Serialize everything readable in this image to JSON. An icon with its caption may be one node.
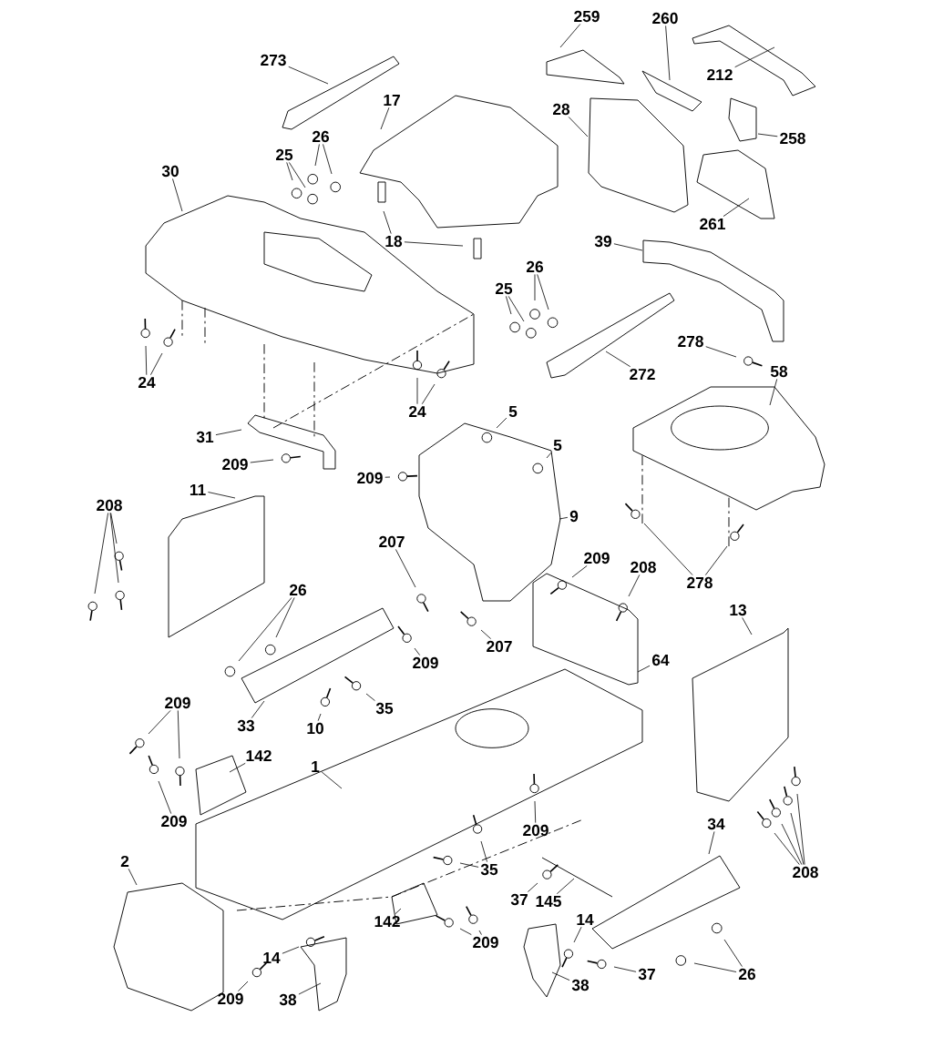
{
  "diagram": {
    "nodes": [
      {
        "text": [
          "273"
        ]
      },
      {
        "text": [
          "259"
        ]
      },
      {
        "text": [
          "260"
        ]
      },
      {
        "text": [
          "212"
        ]
      },
      {
        "text": [
          "17"
        ]
      },
      {
        "text": [
          "28"
        ]
      },
      {
        "text": [
          "258"
        ]
      },
      {
        "text": [
          "26"
        ]
      },
      {
        "text": [
          "25"
        ]
      },
      {
        "text": [
          "30"
        ]
      },
      {
        "text": [
          "261"
        ]
      },
      {
        "text": [
          "18"
        ]
      },
      {
        "text": [
          "39"
        ]
      },
      {
        "text": [
          "26"
        ]
      },
      {
        "text": [
          "25"
        ]
      },
      {
        "text": [
          "278"
        ]
      },
      {
        "text": [
          "272"
        ]
      },
      {
        "text": [
          "24"
        ]
      },
      {
        "text": [
          "24"
        ]
      },
      {
        "text": [
          "58"
        ]
      },
      {
        "text": [
          "5"
        ]
      },
      {
        "text": [
          "31"
        ]
      },
      {
        "text": [
          "5"
        ]
      },
      {
        "text": [
          "209"
        ]
      },
      {
        "text": [
          "209"
        ]
      },
      {
        "text": [
          "208"
        ]
      },
      {
        "text": [
          "11"
        ]
      },
      {
        "text": [
          "9"
        ]
      },
      {
        "text": [
          "207"
        ]
      },
      {
        "text": [
          "209"
        ]
      },
      {
        "text": [
          "208"
        ]
      },
      {
        "text": [
          "278"
        ]
      },
      {
        "text": [
          "26"
        ]
      },
      {
        "text": [
          "13"
        ]
      },
      {
        "text": [
          "207"
        ]
      },
      {
        "text": [
          "209"
        ]
      },
      {
        "text": [
          "64"
        ]
      },
      {
        "text": [
          "35"
        ]
      },
      {
        "text": [
          "209"
        ]
      },
      {
        "text": [
          "33"
        ]
      },
      {
        "text": [
          "10"
        ]
      },
      {
        "text": [
          "142"
        ]
      },
      {
        "text": [
          "1"
        ]
      },
      {
        "text": [
          "209"
        ]
      },
      {
        "text": [
          "34"
        ]
      },
      {
        "text": [
          "209"
        ]
      },
      {
        "text": [
          "2"
        ]
      },
      {
        "text": [
          "208"
        ]
      },
      {
        "text": [
          "35"
        ]
      },
      {
        "text": [
          "37"
        ]
      },
      {
        "text": [
          "145"
        ]
      },
      {
        "text": [
          "142"
        ]
      },
      {
        "text": [
          "14"
        ]
      },
      {
        "text": [
          "209"
        ]
      },
      {
        "text": [
          "14"
        ]
      },
      {
        "text": [
          "26"
        ]
      },
      {
        "text": [
          "37"
        ]
      },
      {
        "text": [
          "209"
        ]
      },
      {
        "text": [
          "38"
        ]
      },
      {
        "text": [
          "38"
        ]
      }
    ],
    "edges": [
      {
        "from": 0,
        "to": null,
        "arrow": "none"
      },
      {
        "from": 1,
        "to": null,
        "arrow": "none"
      },
      {
        "from": 2,
        "to": null,
        "arrow": "none"
      },
      {
        "from": 3,
        "to": null,
        "arrow": "none"
      },
      {
        "from": 4,
        "to": null,
        "arrow": "none"
      },
      {
        "from": 5,
        "to": null,
        "arrow": "none"
      },
      {
        "from": 6,
        "to": null,
        "arrow": "none"
      },
      {
        "from": 7,
        "to": null,
        "arrow": "none"
      },
      {
        "from": 7,
        "to": null,
        "arrow": "none"
      },
      {
        "from": 8,
        "to": null,
        "arrow": "none"
      },
      {
        "from": 8,
        "to": null,
        "arrow": "none"
      },
      {
        "from": 9,
        "to": null,
        "arrow": "none"
      },
      {
        "from": 10,
        "to": null,
        "arrow": "none"
      },
      {
        "from": 11,
        "to": null,
        "arrow": "none"
      },
      {
        "from": 11,
        "to": null,
        "arrow": "none"
      },
      {
        "from": 12,
        "to": null,
        "arrow": "none"
      },
      {
        "from": 13,
        "to": null,
        "arrow": "none"
      },
      {
        "from": 13,
        "to": null,
        "arrow": "none"
      },
      {
        "from": 14,
        "to": null,
        "arrow": "none"
      },
      {
        "from": 14,
        "to": null,
        "arrow": "none"
      },
      {
        "from": 15,
        "to": null,
        "arrow": "none"
      },
      {
        "from": 16,
        "to": null,
        "arrow": "none"
      },
      {
        "from": 17,
        "to": null,
        "arrow": "none"
      },
      {
        "from": 17,
        "to": null,
        "arrow": "none"
      },
      {
        "from": 18,
        "to": null,
        "arrow": "none"
      },
      {
        "from": 18,
        "to": null,
        "arrow": "none"
      },
      {
        "from": 19,
        "to": null,
        "arrow": "none"
      },
      {
        "from": 20,
        "to": null,
        "arrow": "none"
      },
      {
        "from": 21,
        "to": null,
        "arrow": "none"
      },
      {
        "from": 22,
        "to": null,
        "arrow": "none"
      },
      {
        "from": 23,
        "to": null,
        "arrow": "none"
      },
      {
        "from": 24,
        "to": null,
        "arrow": "none"
      },
      {
        "from": 25,
        "to": null,
        "arrow": "none"
      },
      {
        "from": 25,
        "to": null,
        "arrow": "none"
      },
      {
        "from": 25,
        "to": null,
        "arrow": "none"
      },
      {
        "from": 26,
        "to": null,
        "arrow": "none"
      },
      {
        "from": 27,
        "to": null,
        "arrow": "none"
      },
      {
        "from": 28,
        "to": null,
        "arrow": "none"
      },
      {
        "from": 29,
        "to": null,
        "arrow": "none"
      },
      {
        "from": 30,
        "to": null,
        "arrow": "none"
      },
      {
        "from": 31,
        "to": null,
        "arrow": "none"
      },
      {
        "from": 31,
        "to": null,
        "arrow": "none"
      },
      {
        "from": 32,
        "to": null,
        "arrow": "none"
      },
      {
        "from": 32,
        "to": null,
        "arrow": "none"
      },
      {
        "from": 33,
        "to": null,
        "arrow": "none"
      },
      {
        "from": 34,
        "to": null,
        "arrow": "none"
      },
      {
        "from": 35,
        "to": null,
        "arrow": "none"
      },
      {
        "from": 36,
        "to": null,
        "arrow": "none"
      },
      {
        "from": 37,
        "to": null,
        "arrow": "none"
      },
      {
        "from": 38,
        "to": null,
        "arrow": "none"
      },
      {
        "from": 38,
        "to": null,
        "arrow": "none"
      },
      {
        "from": 39,
        "to": null,
        "arrow": "none"
      },
      {
        "from": 40,
        "to": null,
        "arrow": "none"
      },
      {
        "from": 41,
        "to": null,
        "arrow": "none"
      },
      {
        "from": 42,
        "to": null,
        "arrow": "none"
      },
      {
        "from": 43,
        "to": null,
        "arrow": "none"
      },
      {
        "from": 44,
        "to": null,
        "arrow": "none"
      },
      {
        "from": 45,
        "to": null,
        "arrow": "none"
      },
      {
        "from": 46,
        "to": null,
        "arrow": "none"
      },
      {
        "from": 47,
        "to": null,
        "arrow": "none"
      },
      {
        "from": 47,
        "to": null,
        "arrow": "none"
      },
      {
        "from": 47,
        "to": null,
        "arrow": "none"
      },
      {
        "from": 47,
        "to": null,
        "arrow": "none"
      },
      {
        "from": 48,
        "to": null,
        "arrow": "none"
      },
      {
        "from": 48,
        "to": null,
        "arrow": "none"
      },
      {
        "from": 49,
        "to": null,
        "arrow": "none"
      },
      {
        "from": 50,
        "to": null,
        "arrow": "none"
      },
      {
        "from": 51,
        "to": null,
        "arrow": "none"
      },
      {
        "from": 52,
        "to": null,
        "arrow": "none"
      },
      {
        "from": 53,
        "to": null,
        "arrow": "none"
      },
      {
        "from": 53,
        "to": null,
        "arrow": "none"
      },
      {
        "from": 54,
        "to": null,
        "arrow": "none"
      },
      {
        "from": 55,
        "to": null,
        "arrow": "none"
      },
      {
        "from": 55,
        "to": null,
        "arrow": "none"
      },
      {
        "from": 56,
        "to": null,
        "arrow": "none"
      },
      {
        "from": 57,
        "to": null,
        "arrow": "none"
      },
      {
        "from": 58,
        "to": null,
        "arrow": "none"
      },
      {
        "from": 59,
        "to": null,
        "arrow": "none"
      }
    ]
  }
}
